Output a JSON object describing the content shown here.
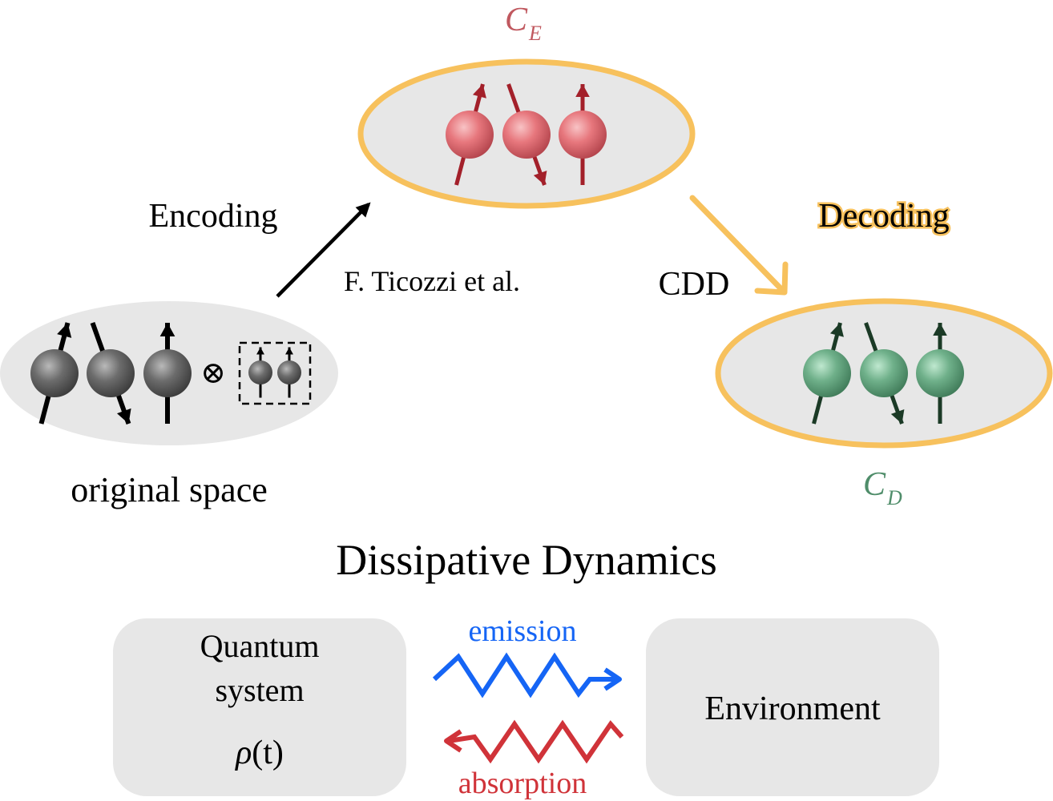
{
  "top": {
    "encoded_space": {
      "label_main": "C",
      "label_sub": "E"
    },
    "decoded_space": {
      "label_main": "C",
      "label_sub": "D"
    },
    "original_space_label": "original space",
    "encoding_label": "Encoding",
    "citation_label": "F. Ticozzi et al.",
    "decoding_label": "Decoding",
    "cdd_label": "CDD",
    "tensor_symbol": "⊗"
  },
  "bottom": {
    "title": "Dissipative Dynamics",
    "quantum_system": {
      "line1": "Quantum",
      "line2": "system",
      "state_symbol": "ρ",
      "state_args": "(t)"
    },
    "environment_label": "Environment",
    "emission_label": "emission",
    "absorption_label": "absorption"
  },
  "colors": {
    "encoded": "#c0585f",
    "encoded_arrow": "#a3202a",
    "decoded": "#4f8d6a",
    "decoded_arrow": "#1b3a26",
    "original": "#555555",
    "ellipse_outline": "#f7c15d",
    "decoding_arrow": "#f7c15d",
    "emission": "#1565f5",
    "absorption": "#d03339",
    "panel_bg": "#e7e7e7"
  },
  "icons": {
    "spin": "spin-ball-with-arrow-icon",
    "arrow": "arrow-icon",
    "wave": "wavy-arrow-icon"
  }
}
